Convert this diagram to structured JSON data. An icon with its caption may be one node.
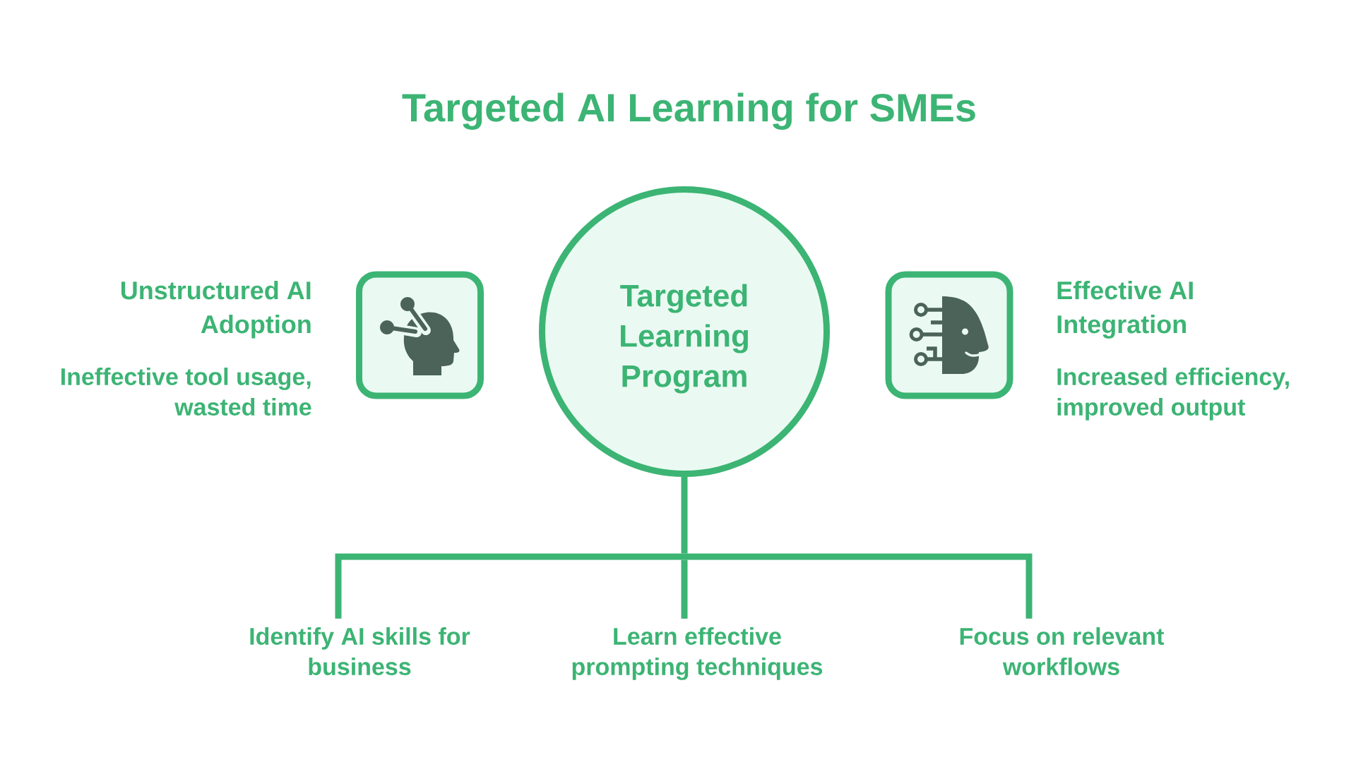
{
  "diagram": {
    "title": "Targeted AI Learning for SMEs",
    "nodes": [
      {
        "text": [],
        "shape": "box",
        "beside": [
          "Unstructured AI Adoption",
          "Ineffective tool usage, wasted time"
        ]
      },
      {
        "text": [
          "Targeted Learning Program"
        ]
      },
      {
        "text": [],
        "shape": "box",
        "beside": [
          "Effective AI Integration",
          "Increased efficiency, improved output"
        ]
      },
      {
        "text": [
          "Identify AI skills for business"
        ]
      },
      {
        "text": [
          "Learn effective prompting techniques"
        ]
      },
      {
        "text": [
          "Focus on relevant workflows"
        ]
      }
    ],
    "edges": [
      {
        "from": 1,
        "to": 3,
        "arrow": "none"
      },
      {
        "from": 1,
        "to": 4,
        "arrow": "none"
      },
      {
        "from": 1,
        "to": 5,
        "arrow": "none"
      }
    ]
  }
}
